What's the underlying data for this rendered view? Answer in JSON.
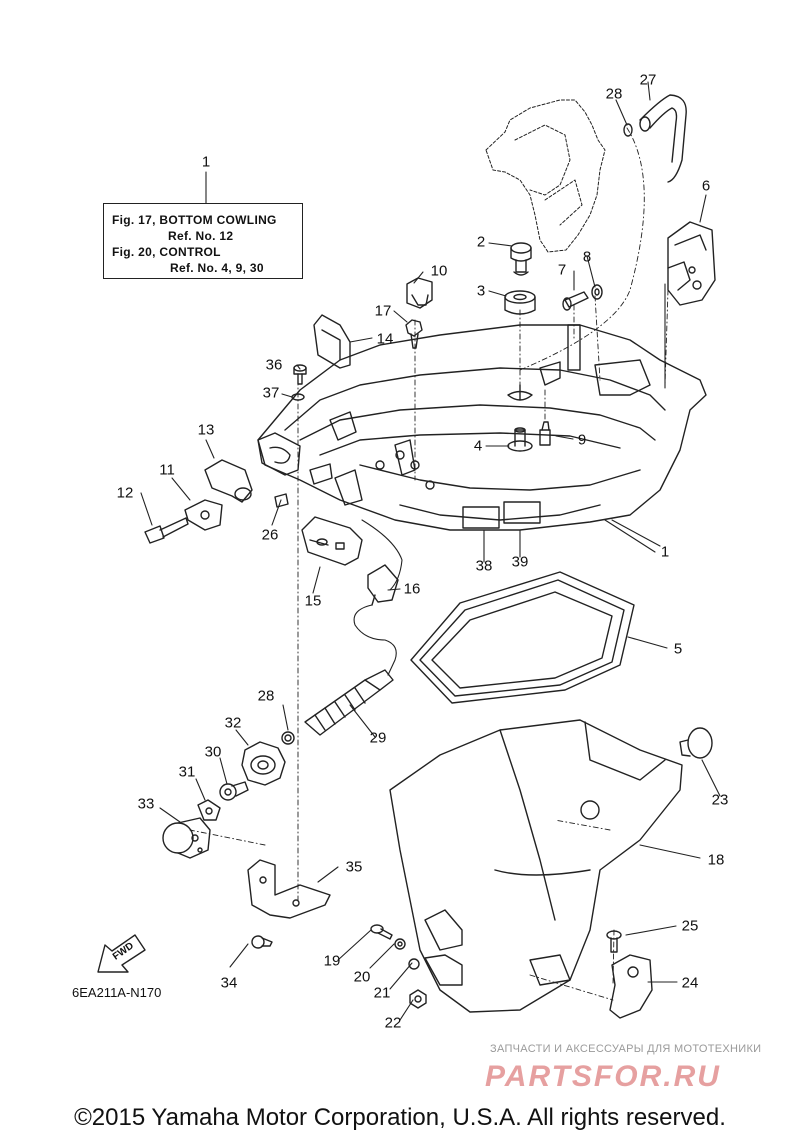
{
  "reference_box": {
    "line1": "Fig. 17, BOTTOM COWLING",
    "line2": "Ref. No. 12",
    "line3": "Fig. 20, CONTROL",
    "line4": "Ref. No. 4, 9, 30"
  },
  "callouts": {
    "n1_top": "1",
    "n1_right": "1",
    "n2": "2",
    "n3": "3",
    "n4": "4",
    "n5": "5",
    "n6": "6",
    "n7": "7",
    "n8": "8",
    "n9": "9",
    "n10": "10",
    "n11": "11",
    "n12": "12",
    "n13": "13",
    "n14": "14",
    "n15": "15",
    "n16": "16",
    "n17": "17",
    "n18": "18",
    "n19": "19",
    "n20": "20",
    "n21": "21",
    "n22": "22",
    "n23": "23",
    "n24": "24",
    "n25": "25",
    "n26": "26",
    "n27": "27",
    "n28_top": "28",
    "n28_mid": "28",
    "n29": "29",
    "n30": "30",
    "n31": "31",
    "n32": "32",
    "n33": "33",
    "n34": "34",
    "n35": "35",
    "n36": "36",
    "n37": "37",
    "n38": "38",
    "n39": "39"
  },
  "fwd_label": "FWD",
  "diagram_code": "6EA211A-N170",
  "watermark": {
    "text": "ЗАПЧАСТИ И АКСЕССУАРЫ ДЛЯ МОТОТЕХНИКИ",
    "logo": "PARTSFOR.RU"
  },
  "copyright": "©2015 Yamaha Motor Corporation, U.S.A. All rights reserved."
}
